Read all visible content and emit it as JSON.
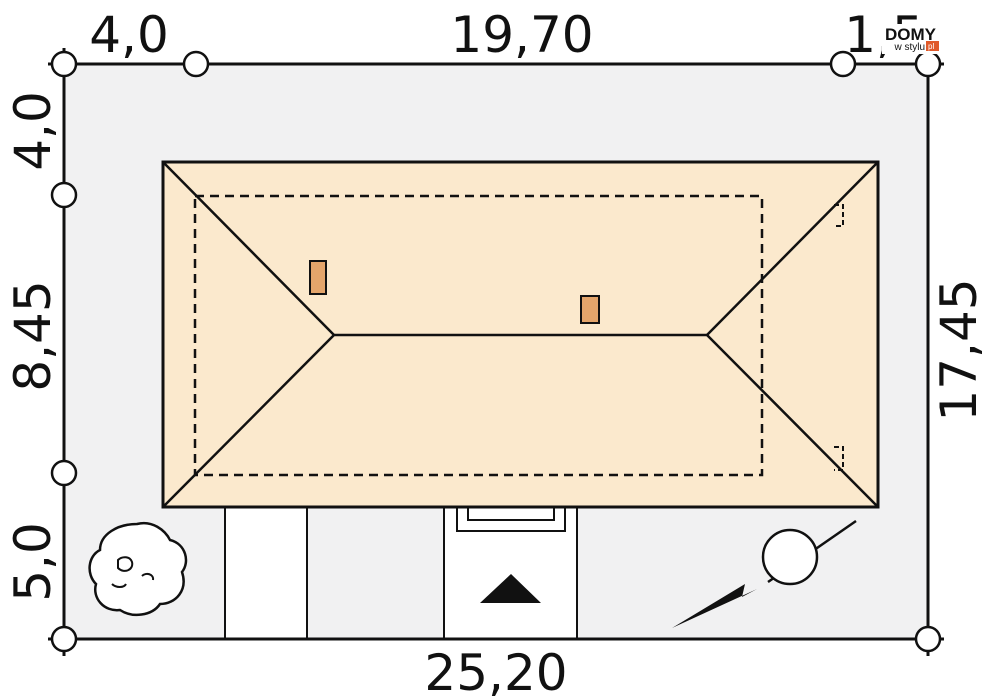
{
  "dimensions": {
    "top": [
      "4,0",
      "19,70",
      "1,5"
    ],
    "bottom": "25,20",
    "left": [
      "4,0",
      "8,45",
      "5,0"
    ],
    "right": "17,45"
  },
  "logo": {
    "brand": "DOMY",
    "sub": "w stylu",
    "tld": "pl"
  },
  "colors": {
    "plot_fill": "#f1f1f2",
    "roof_fill": "#fbe9cd",
    "chimney_fill": "#e4a56b",
    "logo_badge": "#e05a2a",
    "line": "#111111"
  }
}
